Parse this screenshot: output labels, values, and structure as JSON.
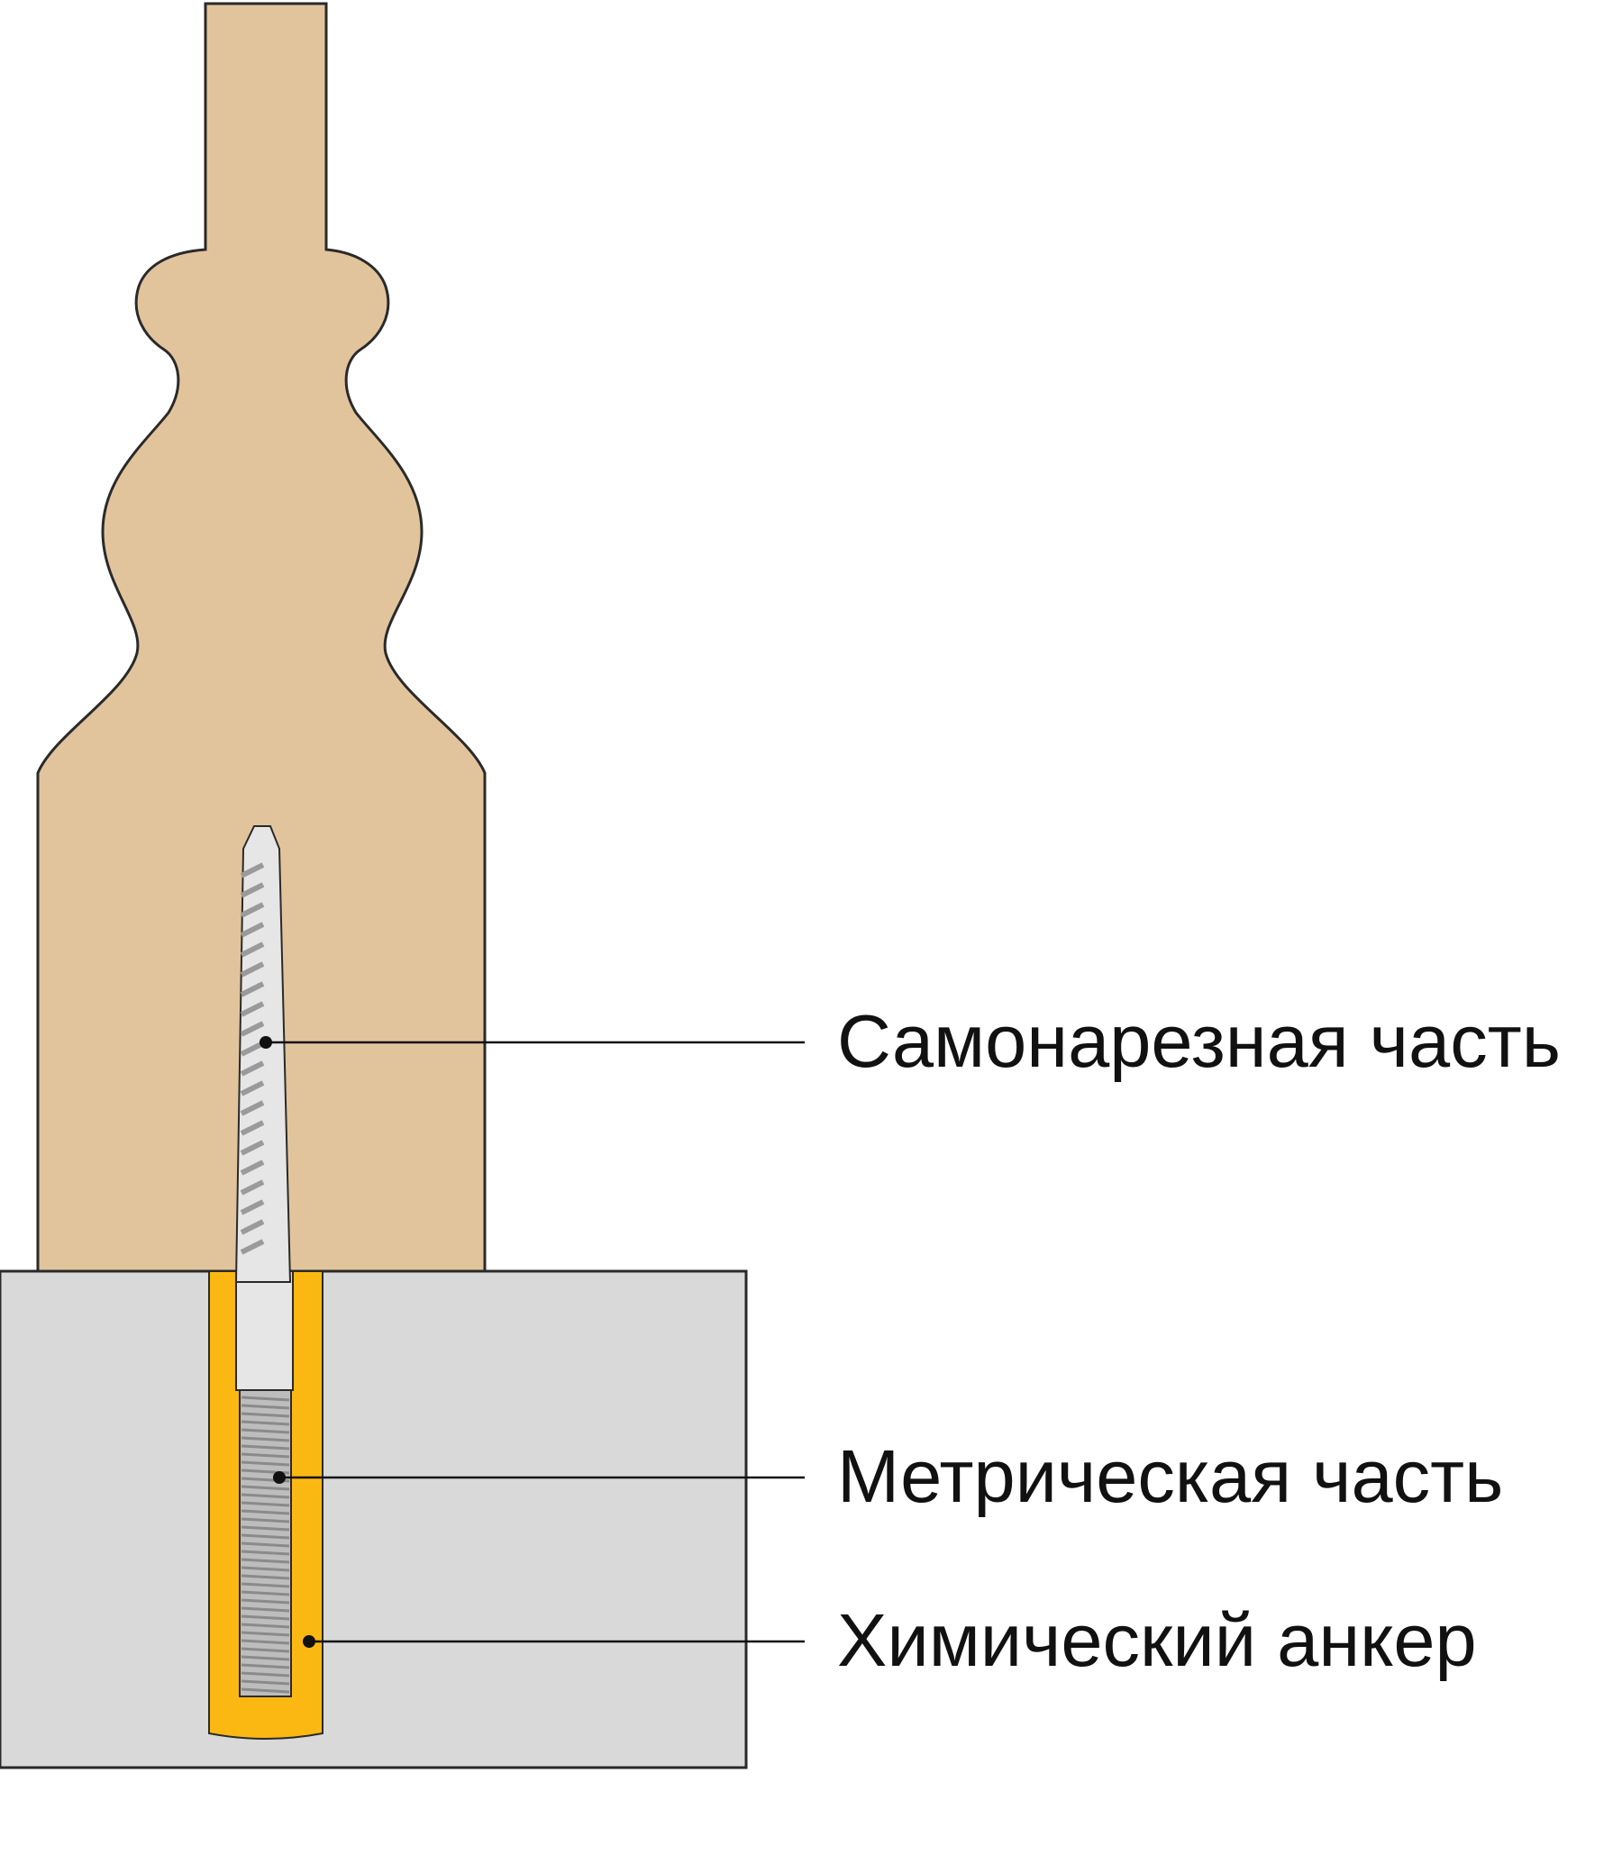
{
  "labels": {
    "self_tapping": "Самонарезная часть",
    "metric": "Метрическая часть",
    "chemical_anchor": "Химический анкер"
  },
  "colors": {
    "wood_fill": "#e2c49c",
    "wood_grain": "#d1af82",
    "wood_outline": "#2a2a2a",
    "concrete_fill": "#d9d9d9",
    "anchor_fill": "#fbb812",
    "screw_light": "#e6e6e6",
    "screw_dark": "#9a9a9a"
  }
}
